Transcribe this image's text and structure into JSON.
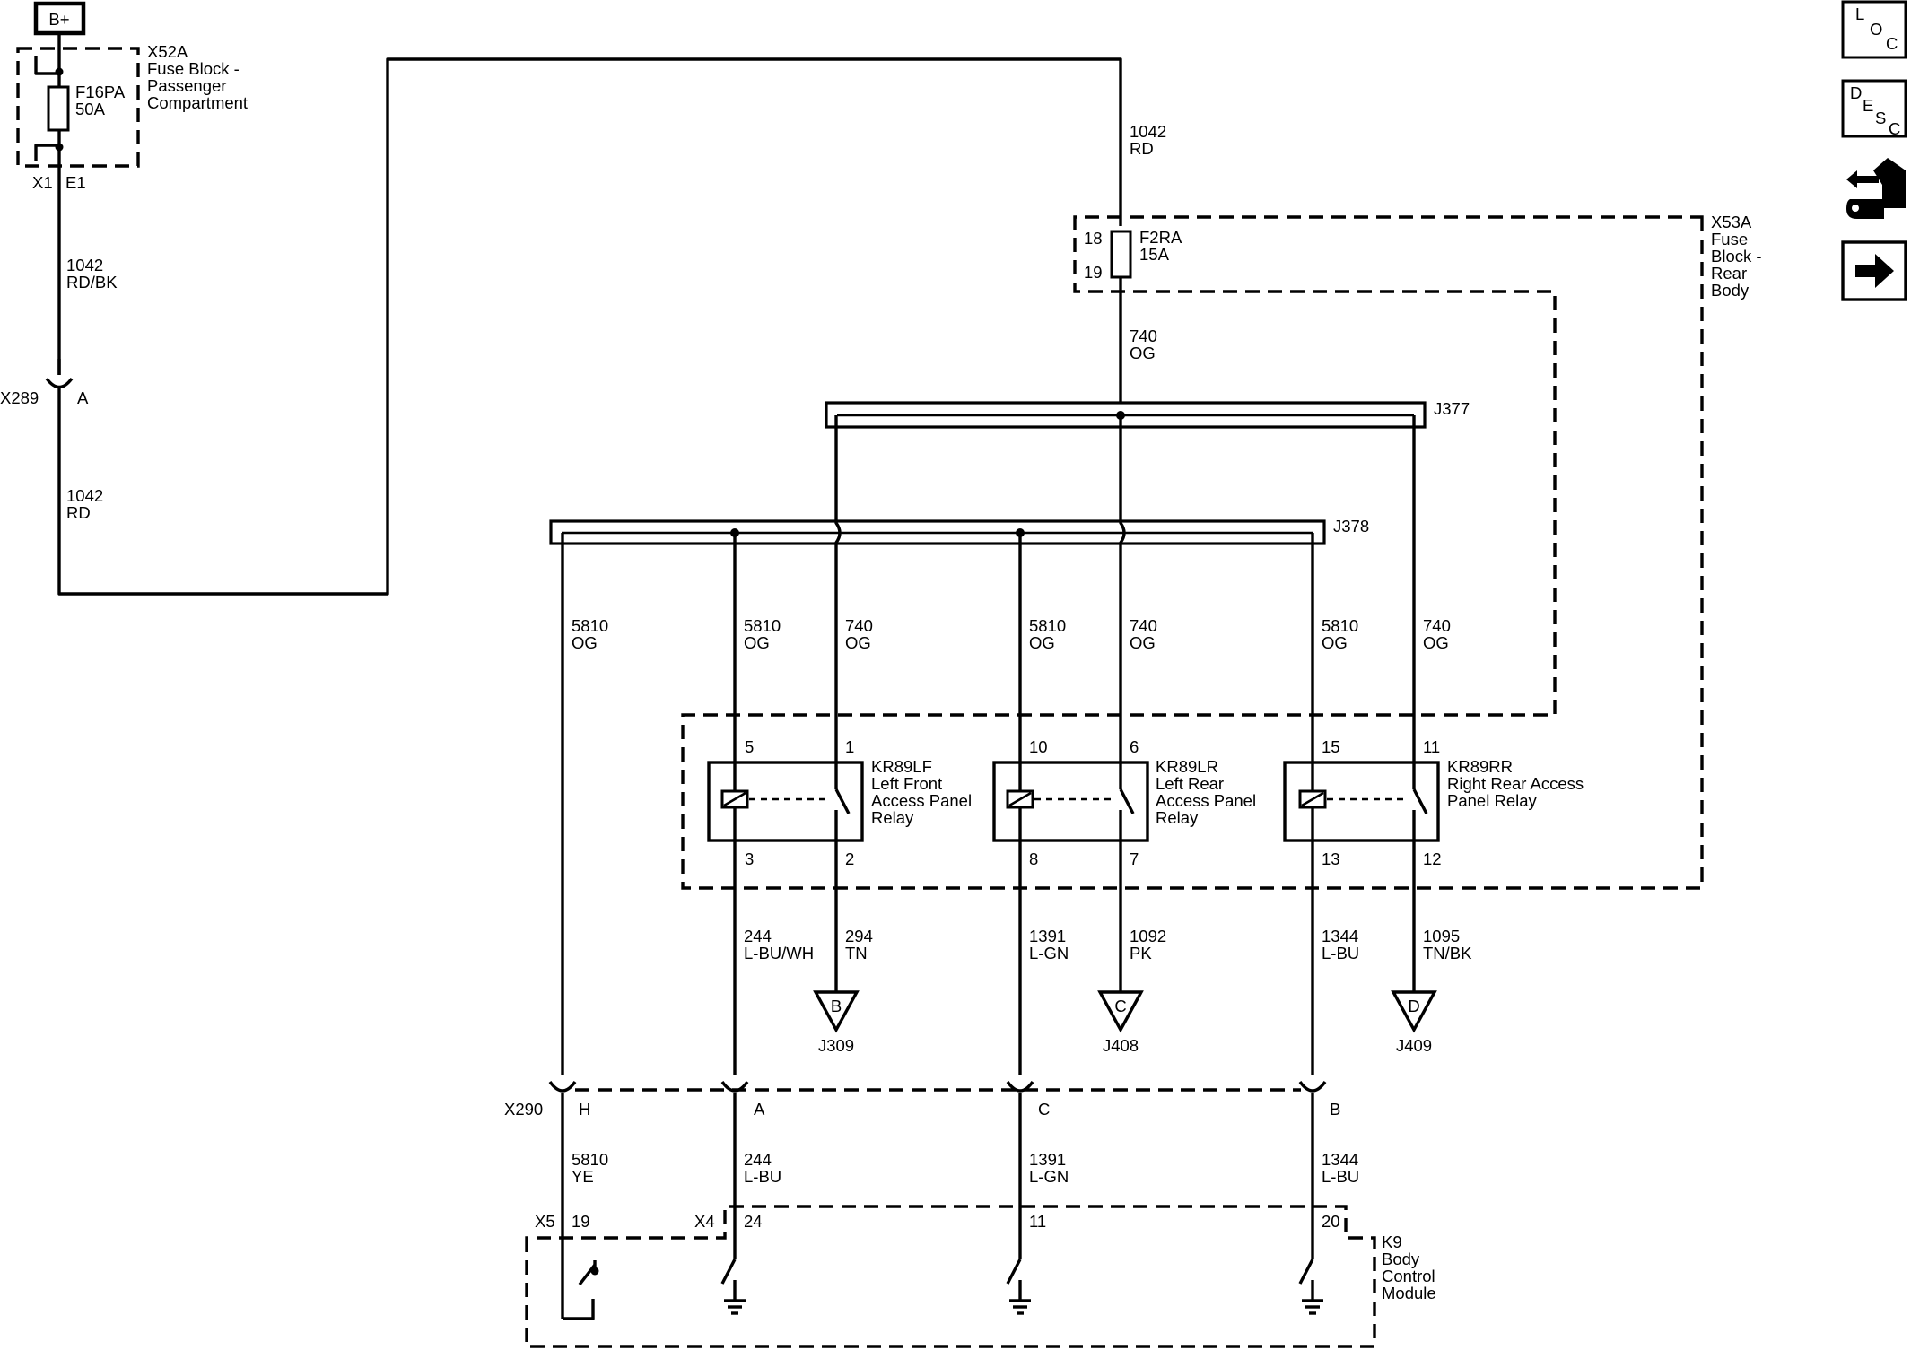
{
  "power": {
    "label": "B+"
  },
  "fuse_block_passenger": {
    "id": "X52A",
    "name_lines": [
      "Fuse Block -",
      "Passenger",
      "Compartment"
    ],
    "fuse_id": "F16PA",
    "fuse_rating": "50A",
    "pin_x1": "X1",
    "pin_e1": "E1"
  },
  "fuse_block_rear": {
    "id": "X53A",
    "name_lines": [
      "Fuse",
      "Block -",
      "Rear",
      "Body"
    ],
    "fuse_id": "F2RA",
    "fuse_rating": "15A",
    "pin_in": "18",
    "pin_out": "19"
  },
  "connectors": {
    "x289": {
      "id": "X289",
      "pin": "A"
    },
    "x290": {
      "id": "X290",
      "pins": [
        "H",
        "A",
        "C",
        "B"
      ]
    },
    "x5": {
      "id": "X5",
      "pin": "19"
    },
    "x4": {
      "id": "X4",
      "pins": [
        "24",
        "11",
        "20"
      ]
    }
  },
  "splices": {
    "j377": "J377",
    "j378": "J378"
  },
  "wires": {
    "w1042_rdbk": {
      "circuit": "1042",
      "color": "RD/BK"
    },
    "w1042_rd_left": {
      "circuit": "1042",
      "color": "RD"
    },
    "w1042_rd_top": {
      "circuit": "1042",
      "color": "RD"
    },
    "w740_main": {
      "circuit": "740",
      "color": "OG"
    },
    "w5810_1": {
      "circuit": "5810",
      "color": "OG"
    },
    "w5810_2": {
      "circuit": "5810",
      "color": "OG"
    },
    "w740_1": {
      "circuit": "740",
      "color": "OG"
    },
    "w5810_3": {
      "circuit": "5810",
      "color": "OG"
    },
    "w740_2": {
      "circuit": "740",
      "color": "OG"
    },
    "w5810_4": {
      "circuit": "5810",
      "color": "OG"
    },
    "w740_3": {
      "circuit": "740",
      "color": "OG"
    },
    "w244_lbuwh": {
      "circuit": "244",
      "color": "L-BU/WH"
    },
    "w294": {
      "circuit": "294",
      "color": "TN"
    },
    "w1391_a": {
      "circuit": "1391",
      "color": "L-GN"
    },
    "w1092": {
      "circuit": "1092",
      "color": "PK"
    },
    "w1344_a": {
      "circuit": "1344",
      "color": "L-BU"
    },
    "w1095": {
      "circuit": "1095",
      "color": "TN/BK"
    },
    "w5810_ye": {
      "circuit": "5810",
      "color": "YE"
    },
    "w244_lbu": {
      "circuit": "244",
      "color": "L-BU"
    },
    "w1391_b": {
      "circuit": "1391",
      "color": "L-GN"
    },
    "w1344_b": {
      "circuit": "1344",
      "color": "L-BU"
    }
  },
  "relays": {
    "lf": {
      "id": "KR89LF",
      "name_lines": [
        "Left Front",
        "Access Panel",
        "Relay"
      ],
      "pins": {
        "coil_in": "5",
        "switch_in": "1",
        "coil_out": "3",
        "switch_out": "2"
      }
    },
    "lr": {
      "id": "KR89LR",
      "name_lines": [
        "Left Rear",
        "Access Panel",
        "Relay"
      ],
      "pins": {
        "coil_in": "10",
        "switch_in": "6",
        "coil_out": "8",
        "switch_out": "7"
      }
    },
    "rr": {
      "id": "KR89RR",
      "name_lines": [
        "Right Rear Access",
        "Panel Relay"
      ],
      "pins": {
        "coil_in": "15",
        "switch_in": "11",
        "coil_out": "13",
        "switch_out": "12"
      }
    }
  },
  "refs": {
    "b": {
      "letter": "B",
      "page": "J309"
    },
    "c": {
      "letter": "C",
      "page": "J408"
    },
    "d": {
      "letter": "D",
      "page": "J409"
    }
  },
  "module": {
    "id": "K9",
    "name_lines": [
      "Body",
      "Control",
      "Module"
    ]
  },
  "nav_icons": {
    "loc": [
      "L",
      "O",
      "C"
    ],
    "desc": [
      "D",
      "E",
      "S",
      "C"
    ],
    "tool_icon": "connector-repair-icon",
    "next_icon": "arrow-right-icon"
  }
}
